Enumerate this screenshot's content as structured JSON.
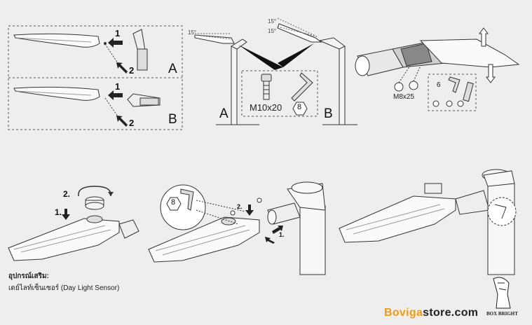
{
  "panel_ab": {
    "label_a": "A",
    "label_b": "B",
    "step1": "1",
    "step2": "2"
  },
  "pole_panel": {
    "label_a": "A",
    "label_b": "B",
    "angle_a": "15°",
    "angle_b1": "15°",
    "angle_b2": "15°",
    "bolt_label": "M10x20",
    "hex_label": "8"
  },
  "bracket_panel": {
    "bolt_label": "M8x25",
    "hex_label": "6"
  },
  "sensor_steps": {
    "step1": "1.",
    "step2": "2."
  },
  "mount_steps": {
    "hex_label": "8",
    "step1": "1.",
    "step2": "2."
  },
  "accessory": {
    "title": "อุปกรณ์เสริม:",
    "sensor": "เดย์ไลท์เซ็นเซอร์ (Day Light Sensor)"
  },
  "brand": {
    "part1": "Boviga",
    "part2": "store.com",
    "logo_text": "BOX BRIGHT"
  },
  "colors": {
    "accent": "#f29a16",
    "line": "#333333",
    "background": "#eeeeee"
  }
}
